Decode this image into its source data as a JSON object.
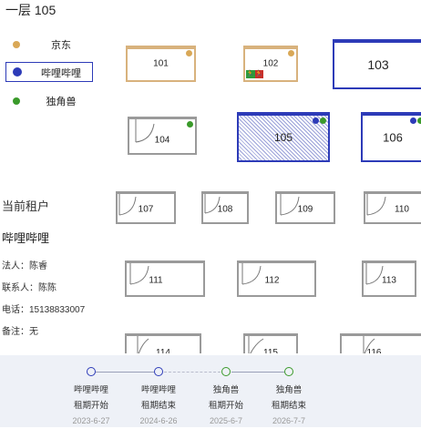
{
  "floor_title": "一层 105",
  "legend": [
    {
      "label": "京东",
      "color": "#d9a857",
      "selected": false
    },
    {
      "label": "哔哩哔哩",
      "color": "#2d3bb8",
      "selected": true
    },
    {
      "label": "独角兽",
      "color": "#3a9a2a",
      "selected": false
    }
  ],
  "tenant": {
    "section_title": "当前租户",
    "name": "哔哩哔哩",
    "legal_person": "法人：陈睿",
    "contact": "联系人：陈陈",
    "phone": "电话：15138833007",
    "note": "备注：无"
  },
  "rooms": {
    "r101": "101",
    "r102": "102",
    "r103": "103",
    "r104": "104",
    "r105": "105",
    "r106": "106",
    "r107": "107",
    "r108": "108",
    "r109": "109",
    "r110": "110",
    "r111": "111",
    "r112": "112",
    "r113": "113",
    "r114": "114",
    "r115": "115",
    "r116": "116"
  },
  "exit_sign": {
    "left": "🏃",
    "right": "🏃"
  },
  "timeline": [
    {
      "tenant": "哔哩哔哩",
      "event": "租期开始",
      "date": "2023-6-27",
      "color": "#2d3bb8"
    },
    {
      "tenant": "哔哩哔哩",
      "event": "租期结束",
      "date": "2024-6-26",
      "color": "#2d3bb8"
    },
    {
      "tenant": "独角兽",
      "event": "租期开始",
      "date": "2025-6-7",
      "color": "#3a9a2a"
    },
    {
      "tenant": "独角兽",
      "event": "租期结束",
      "date": "2026-7-7",
      "color": "#3a9a2a"
    }
  ]
}
